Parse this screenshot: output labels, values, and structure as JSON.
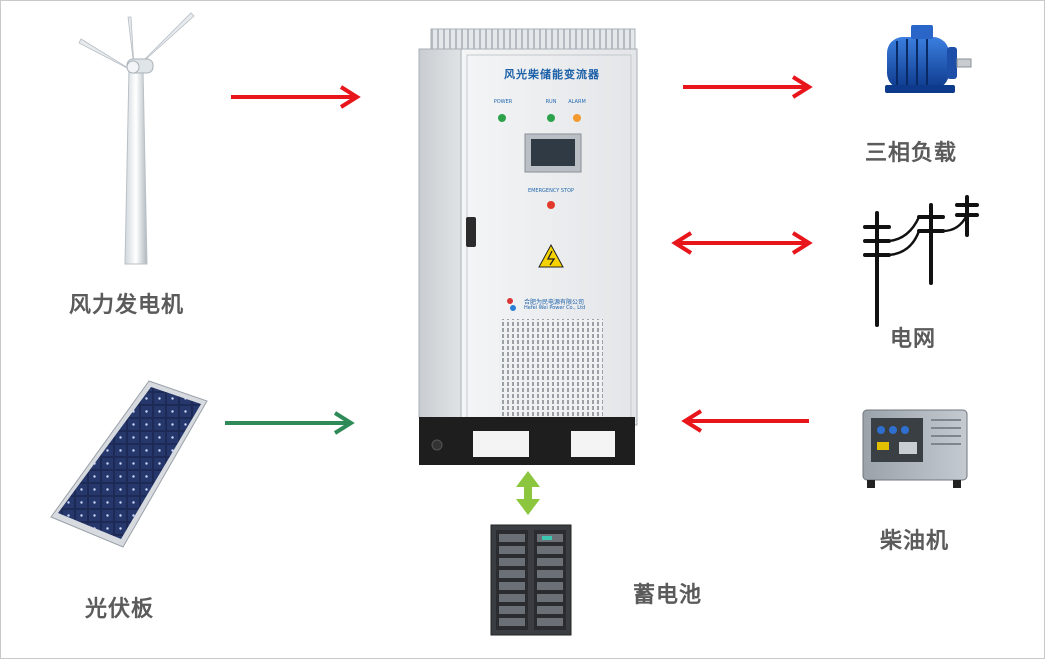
{
  "labels": {
    "wind": "风力发电机",
    "solar": "光伏板",
    "load": "三相负载",
    "grid": "电网",
    "diesel": "柴油机",
    "battery": "蓄电池"
  },
  "cabinet": {
    "title": "风光柴储能变流器",
    "indicators": [
      "POWER",
      "RUN",
      "ALARM"
    ],
    "emergency_label": "EMERGENCY STOP",
    "company_cn": "合肥为民电源有限公司",
    "company_en": "Hefei Wei Power Co., Ltd"
  },
  "colors": {
    "arrow_red": "#e8161b",
    "arrow_green": "#2e8b57",
    "battery_arrow": "#8cc63f",
    "label_gray": "#5b5b5b"
  }
}
